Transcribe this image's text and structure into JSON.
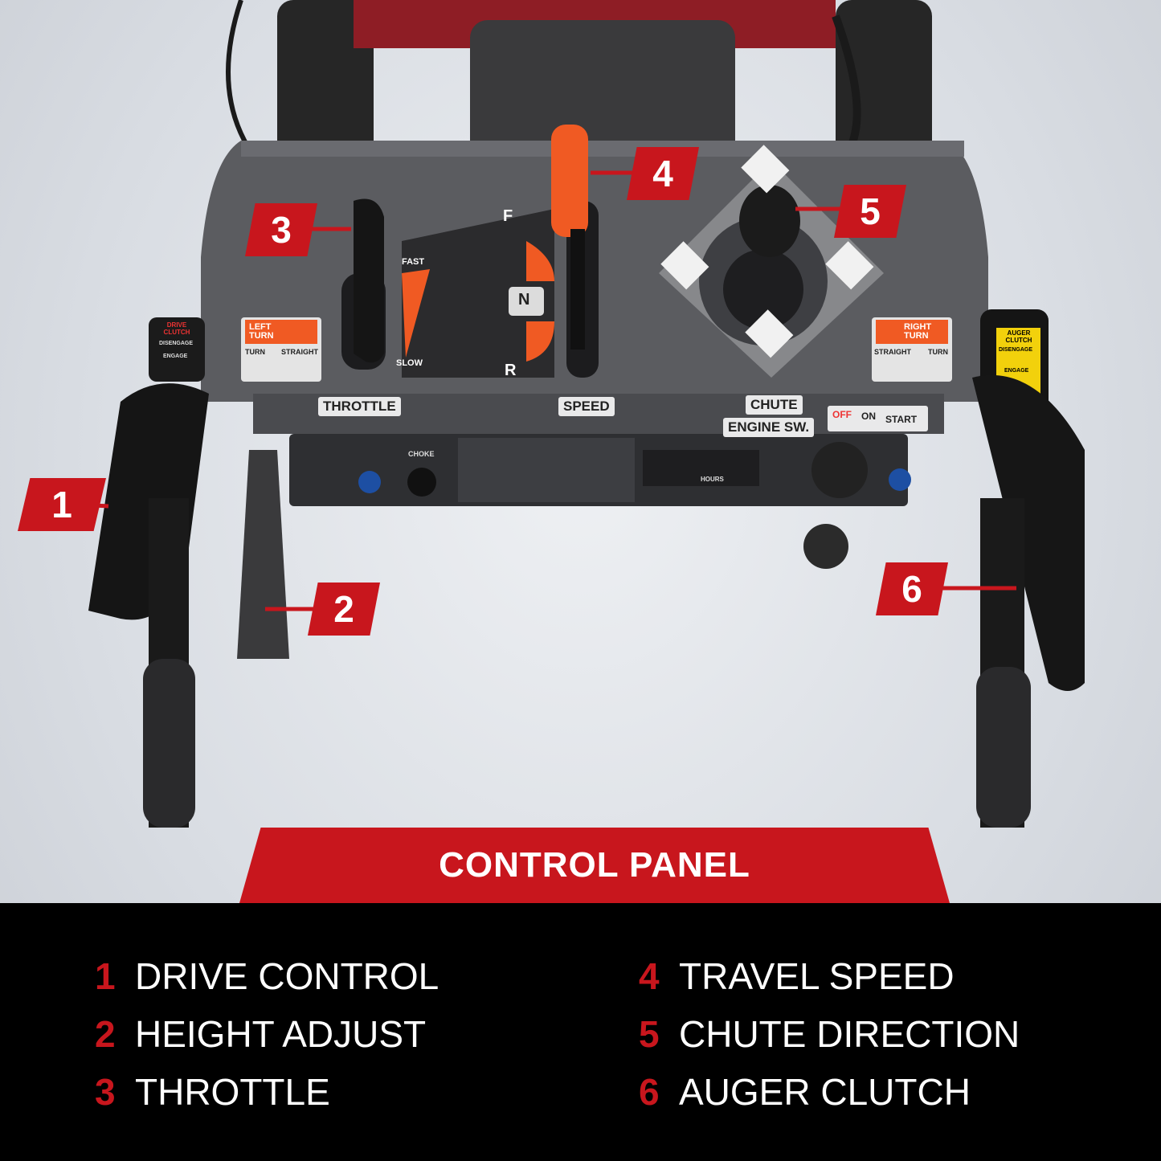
{
  "banner": {
    "title": "CONTROL PANEL"
  },
  "callouts": [
    {
      "num": "1"
    },
    {
      "num": "2"
    },
    {
      "num": "3"
    },
    {
      "num": "4"
    },
    {
      "num": "5"
    },
    {
      "num": "6"
    }
  ],
  "legend": [
    {
      "num": "1",
      "label": "DRIVE CONTROL"
    },
    {
      "num": "2",
      "label": "HEIGHT ADJUST"
    },
    {
      "num": "3",
      "label": "THROTTLE"
    },
    {
      "num": "4",
      "label": "TRAVEL SPEED"
    },
    {
      "num": "5",
      "label": "CHUTE DIRECTION"
    },
    {
      "num": "6",
      "label": "AUGER CLUTCH"
    }
  ],
  "panel": {
    "throttle": "THROTTLE",
    "speed": "SPEED",
    "chute": "CHUTE",
    "engine_sw": "ENGINE SW.",
    "off": "OFF",
    "on": "ON",
    "start": "START",
    "fast": "FAST",
    "slow": "SLOW",
    "f": "F",
    "n": "N",
    "r": "R",
    "left_turn": "LEFT TURN",
    "right_turn": "RIGHT TURN",
    "turn": "TURN",
    "straight": "STRAIGHT",
    "drive_clutch": "DRIVE CLUTCH",
    "auger_clutch": "AUGER CLUTCH",
    "disengage": "DISENGAGE",
    "engage": "ENGAGE",
    "choke": "CHOKE",
    "hours": "HOURS"
  },
  "colors": {
    "accent_red": "#c8161d",
    "panel_gray": "#5b5c60",
    "orange": "#f05a23",
    "black": "#000000"
  },
  "icons": [
    "chute-arrow-icon",
    "rabbit-icon",
    "turtle-icon",
    "hand-lever-icon"
  ]
}
